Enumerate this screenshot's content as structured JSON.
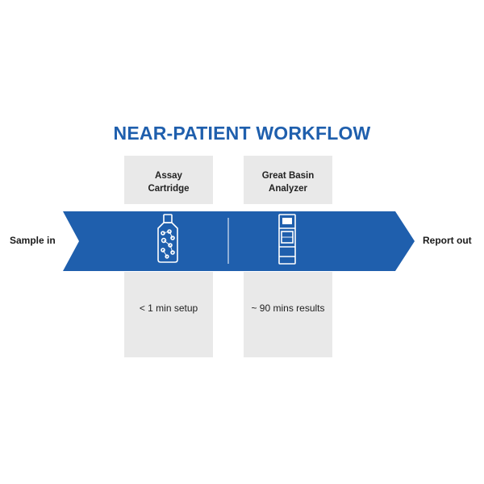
{
  "title": "NEAR-PATIENT WORKFLOW",
  "start_label": "Sample in",
  "end_label": "Report out",
  "steps": [
    {
      "label_line1": "Assay",
      "label_line2": "Cartridge",
      "note": "< 1 min setup",
      "icon": "cartridge-icon"
    },
    {
      "label_line1": "Great Basin",
      "label_line2": "Analyzer",
      "note": "~ 90 mins results",
      "icon": "analyzer-icon"
    }
  ],
  "colors": {
    "arrow": "#1f5fad",
    "title": "#1f5fad",
    "box": "#e9e9e9",
    "icon": "#ffffff"
  }
}
